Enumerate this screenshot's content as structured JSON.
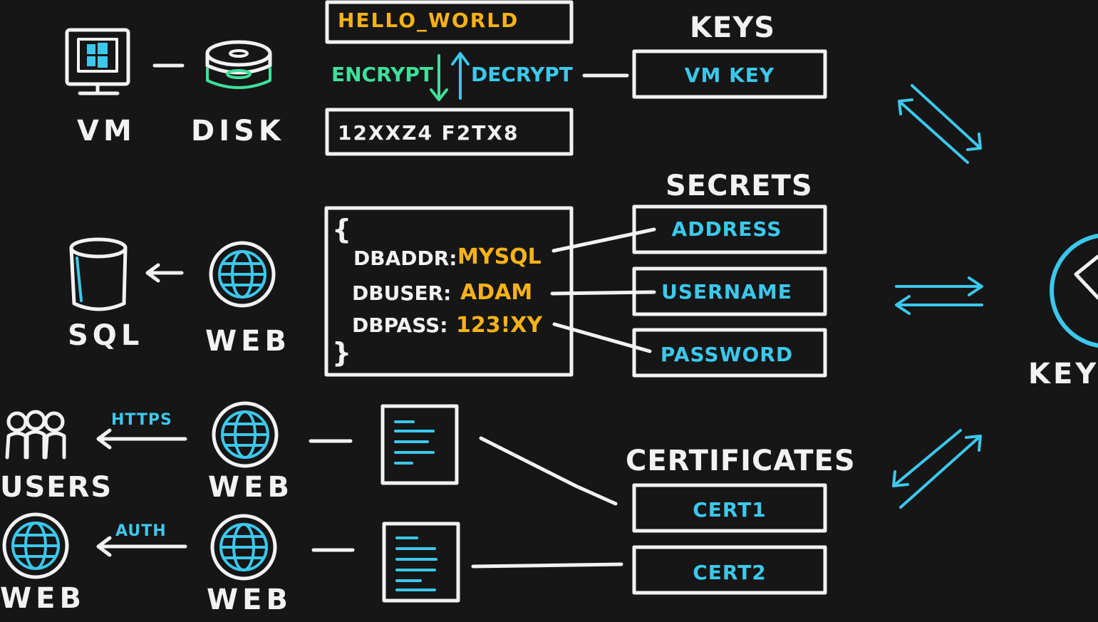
{
  "colors": {
    "background": "#161616",
    "stroke": "#f2f2f2",
    "accent_cyan": "#3cc8ec",
    "accent_green": "#3fe09a",
    "accent_orange": "#f6b21a"
  },
  "top_row": {
    "vm_label": "VM",
    "disk_label": "DISK",
    "plaintext": "HELLO_WORLD",
    "encrypt_label": "ENCRYPT",
    "decrypt_label": "DECRYPT",
    "ciphertext": "12XXZ4 F2TX8"
  },
  "keys": {
    "heading": "KEYS",
    "items": [
      "VM KEY"
    ]
  },
  "middle_row": {
    "sql_label": "SQL",
    "web_label": "WEB",
    "open_brace": "{",
    "close_brace": "}",
    "config": [
      {
        "key": "DBADDR:",
        "value": "MYSQL"
      },
      {
        "key": "DBUSER:",
        "value": "ADAM"
      },
      {
        "key": "DBPASS:",
        "value": "123!XY"
      }
    ]
  },
  "secrets": {
    "heading": "SECRETS",
    "items": [
      "ADDRESS",
      "USERNAME",
      "PASSWORD"
    ]
  },
  "bottom_rows": {
    "users_label": "USERS",
    "https_label": "HTTPS",
    "web_label_1": "WEB",
    "auth_label": "AUTH",
    "web_label_2": "WEB",
    "web_label_3": "WEB"
  },
  "certificates": {
    "heading": "CERTIFICATES",
    "items": [
      "CERT1",
      "CERT2"
    ]
  },
  "key_vault": {
    "label": "KEY"
  },
  "icons": [
    "monitor-windows-icon",
    "disk-stack-icon",
    "database-cylinder-icon",
    "globe-icon",
    "users-group-icon",
    "certificate-document-icon",
    "double-arrow-icon",
    "shield-icon"
  ]
}
